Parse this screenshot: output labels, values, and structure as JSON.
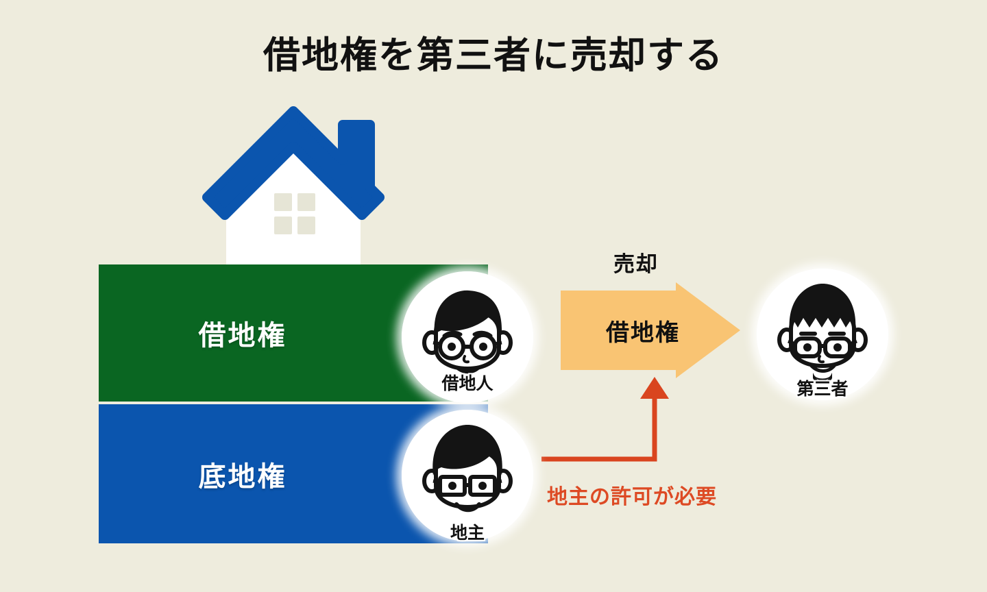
{
  "page": {
    "title": "借地権を第三者に売却する",
    "background_color": "#eeecdd"
  },
  "diagram": {
    "house": {
      "icon": "house-icon",
      "roof_color": "#0b55ae",
      "body_color": "#ffffff",
      "window_color": "#e6e5d6"
    },
    "bands": [
      {
        "id": "leasehold",
        "label": "借地権",
        "color": "#0a6622",
        "text_color": "#ffffff"
      },
      {
        "id": "freehold",
        "label": "底地権",
        "color": "#0b55ae",
        "text_color": "#ffffff"
      }
    ],
    "people": [
      {
        "id": "tenant",
        "label": "借地人",
        "icon": "person-face-glasses-icon"
      },
      {
        "id": "landlord",
        "label": "地主",
        "icon": "person-face-square-glasses-icon"
      },
      {
        "id": "third-party",
        "label": "第三者",
        "icon": "person-face-beard-glasses-icon"
      }
    ],
    "sale_arrow": {
      "above_label": "売却",
      "inner_label": "借地権",
      "color": "#f9c473",
      "text_color": "#111111"
    },
    "permission_callout": {
      "note": "地主の許可が必要",
      "color": "#dd4a24"
    }
  }
}
